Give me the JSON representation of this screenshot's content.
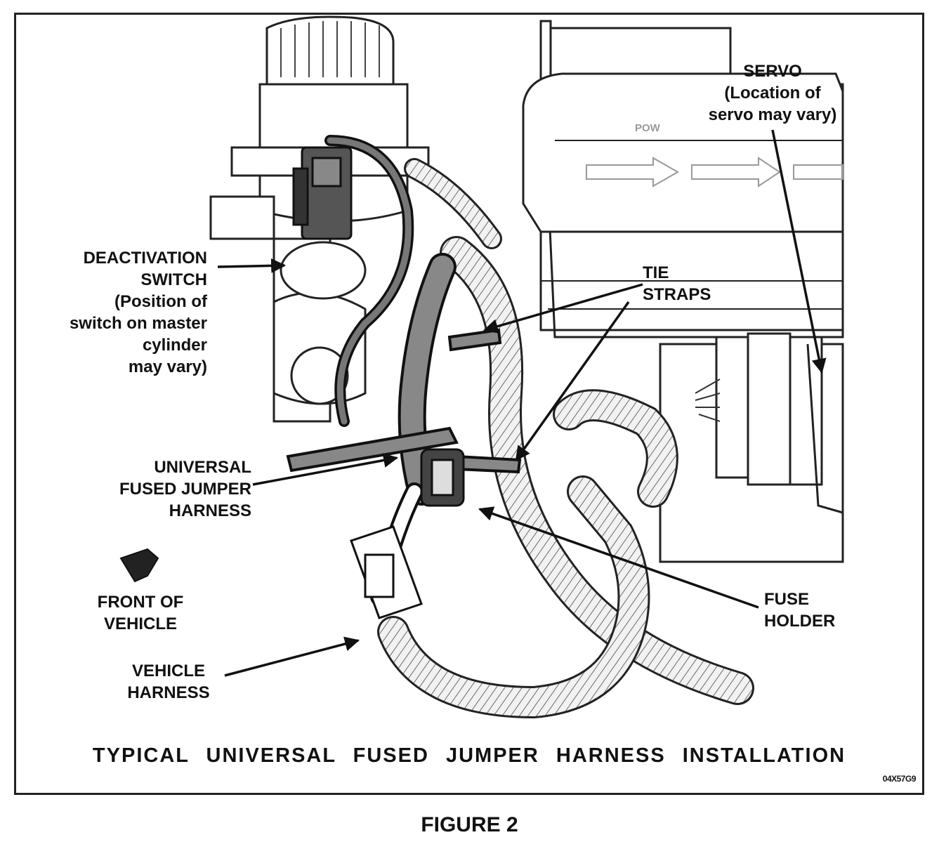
{
  "labels": {
    "servo": [
      "SERVO",
      "(Location of",
      "servo may vary)"
    ],
    "deactivation_switch": [
      "DEACTIVATION",
      "SWITCH",
      "(Position of",
      "switch on master",
      "cylinder",
      "may vary)"
    ],
    "tie_straps": [
      "TIE",
      "STRAPS"
    ],
    "universal_harness": [
      "UNIVERSAL",
      "FUSED JUMPER",
      "HARNESS"
    ],
    "front_of_vehicle": [
      "FRONT OF",
      "VEHICLE"
    ],
    "vehicle_harness": [
      "VEHICLE",
      "HARNESS"
    ],
    "fuse_holder": [
      "FUSE",
      "HOLDER"
    ]
  },
  "module_text": "POW",
  "title": "TYPICAL UNIVERSAL FUSED JUMPER HARNESS INSTALLATION",
  "code": "04X57G9",
  "caption": "FIGURE 2"
}
